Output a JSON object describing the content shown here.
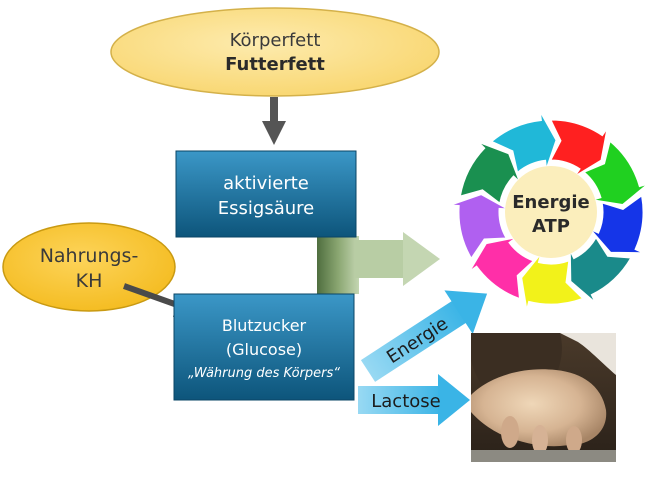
{
  "sources": {
    "fat": {
      "line1": "Körperfett",
      "line2": "Futterfett"
    },
    "carb": {
      "line1": "Nahrungs-",
      "line2": "KH"
    }
  },
  "boxes": {
    "acetyl": {
      "line1": "aktivierte",
      "line2": "Essigsäure"
    },
    "glucose": {
      "line1": "Blutzucker",
      "line2": "(Glucose)",
      "line3": "„Währung des Körpers“"
    }
  },
  "cycle": {
    "line1": "Energie",
    "line2": "ATP",
    "segment_colors": [
      "#ff2020",
      "#20d020",
      "#1535e8",
      "#1a8a8a",
      "#f2f21a",
      "#ff2fa8",
      "#b060f0",
      "#1a9050",
      "#20b8d8"
    ]
  },
  "arrows": {
    "energy_label": "Energie",
    "lactose_label": "Lactose"
  },
  "colors": {
    "ellipse_fill": "#fbe089",
    "ellipse_stroke": "#d8b64c",
    "box_top": "#3a95c5",
    "box_bottom": "#0d567c",
    "arrow_light": "#8fd6f2",
    "arrow_green": "#6d8e58",
    "hub": "#fbeebc"
  }
}
